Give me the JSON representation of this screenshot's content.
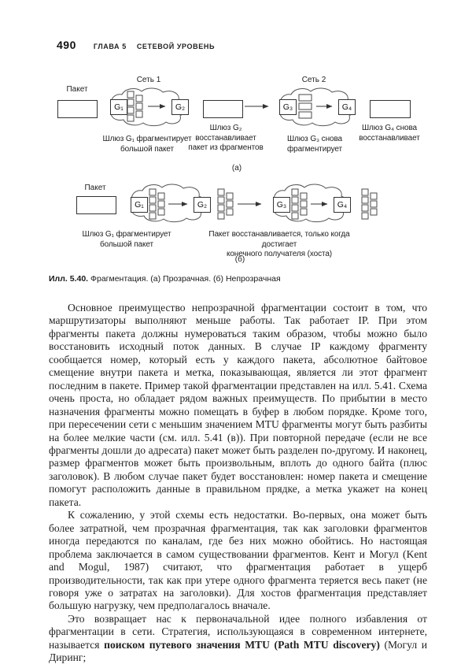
{
  "header": {
    "page_number": "490",
    "chapter": "ГЛАВА 5",
    "chapter_title": "СЕТЕВОЙ УРОВЕНЬ"
  },
  "figure": {
    "diagram_a": {
      "net1_label": "Сеть 1",
      "net2_label": "Сеть 2",
      "packet_label": "Пакет",
      "g1": "G₁",
      "g2": "G₂",
      "g3": "G₃",
      "g4": "G₄",
      "caption_g1": "Шлюз G₁ фрагментирует\nбольшой пакет",
      "caption_g2": "Шлюз G₂\nвосстанавливает\nпакет из фрагментов",
      "caption_g3": "Шлюз G₃ снова\nфрагментирует",
      "caption_g4": "Шлюз G₄ снова\nвосстанавливает",
      "tag": "(а)"
    },
    "diagram_b": {
      "packet_label": "Пакет",
      "g1": "G₁",
      "g2": "G₂",
      "g3": "G₃",
      "g4": "G₄",
      "caption_g1": "Шлюз G₁ фрагментирует\nбольшой пакет",
      "caption_host": "Пакет восстанавливается, только когда достигает\nконечного получателя (хоста)",
      "tag": "(б)"
    },
    "caption": {
      "lead": "Илл. 5.40.",
      "text": " Фрагментация. (а) Прозрачная. (б) Непрозрачная"
    }
  },
  "body": {
    "p1": "Основное преимущество непрозрачной фрагментации состоит в том, что маршрутизаторы выполняют меньше работы. Так работает IP. При этом фрагменты пакета должны нумероваться таким образом, чтобы можно было восстановить исходный поток данных. В случае IP каждому фрагменту сообщается номер, который есть у каждого пакета, абсолютное байтовое смещение внутри пакета и метка, показывающая, является ли этот фрагмент последним в пакете. Пример такой фрагментации представлен на илл. 5.41. Схема очень проста, но обладает рядом важных преимуществ. По прибытии в место назначения фрагменты можно помещать в буфер в любом порядке. Кроме того, при пересечении сети с меньшим значением MTU фрагменты могут быть разбиты на более мелкие части (см. илл. 5.41 (в)). При повторной передаче (если не все фрагменты дошли до адресата) пакет может быть разделен по-другому. И наконец, размер фрагментов может быть произвольным, вплоть до одного байта (плюс заголовок). В любом случае пакет будет восстановлен: номер пакета и смещение помогут расположить данные в правильном прядке, а метка укажет на конец пакета.",
    "p2": "К сожалению, у этой схемы есть недостатки. Во-первых, она может быть более затратной, чем прозрачная фрагментация, так как заголовки фрагментов иногда передаются по каналам, где без них можно обойтись. Но настоящая проблема заключается в самом существовании фрагментов. Кент и Могул (Kent and Mogul, 1987) считают, что фрагментация работает в ущерб производительности, так как при утере одного фрагмента теряется весь пакет (не говоря уже о затратах на заголовки). Для хостов фрагментация представляет большую нагрузку, чем предполагалось вначале.",
    "p3_pre": "Это возвращает нас к первоначальной идее полного избавления от фрагментации в сети. Стратегия, использующаяся в современном интернете, называется ",
    "p3_bold": "поиском путевого значения MTU (Path MTU discovery)",
    "p3_post": " (Могул и Диринг;"
  }
}
